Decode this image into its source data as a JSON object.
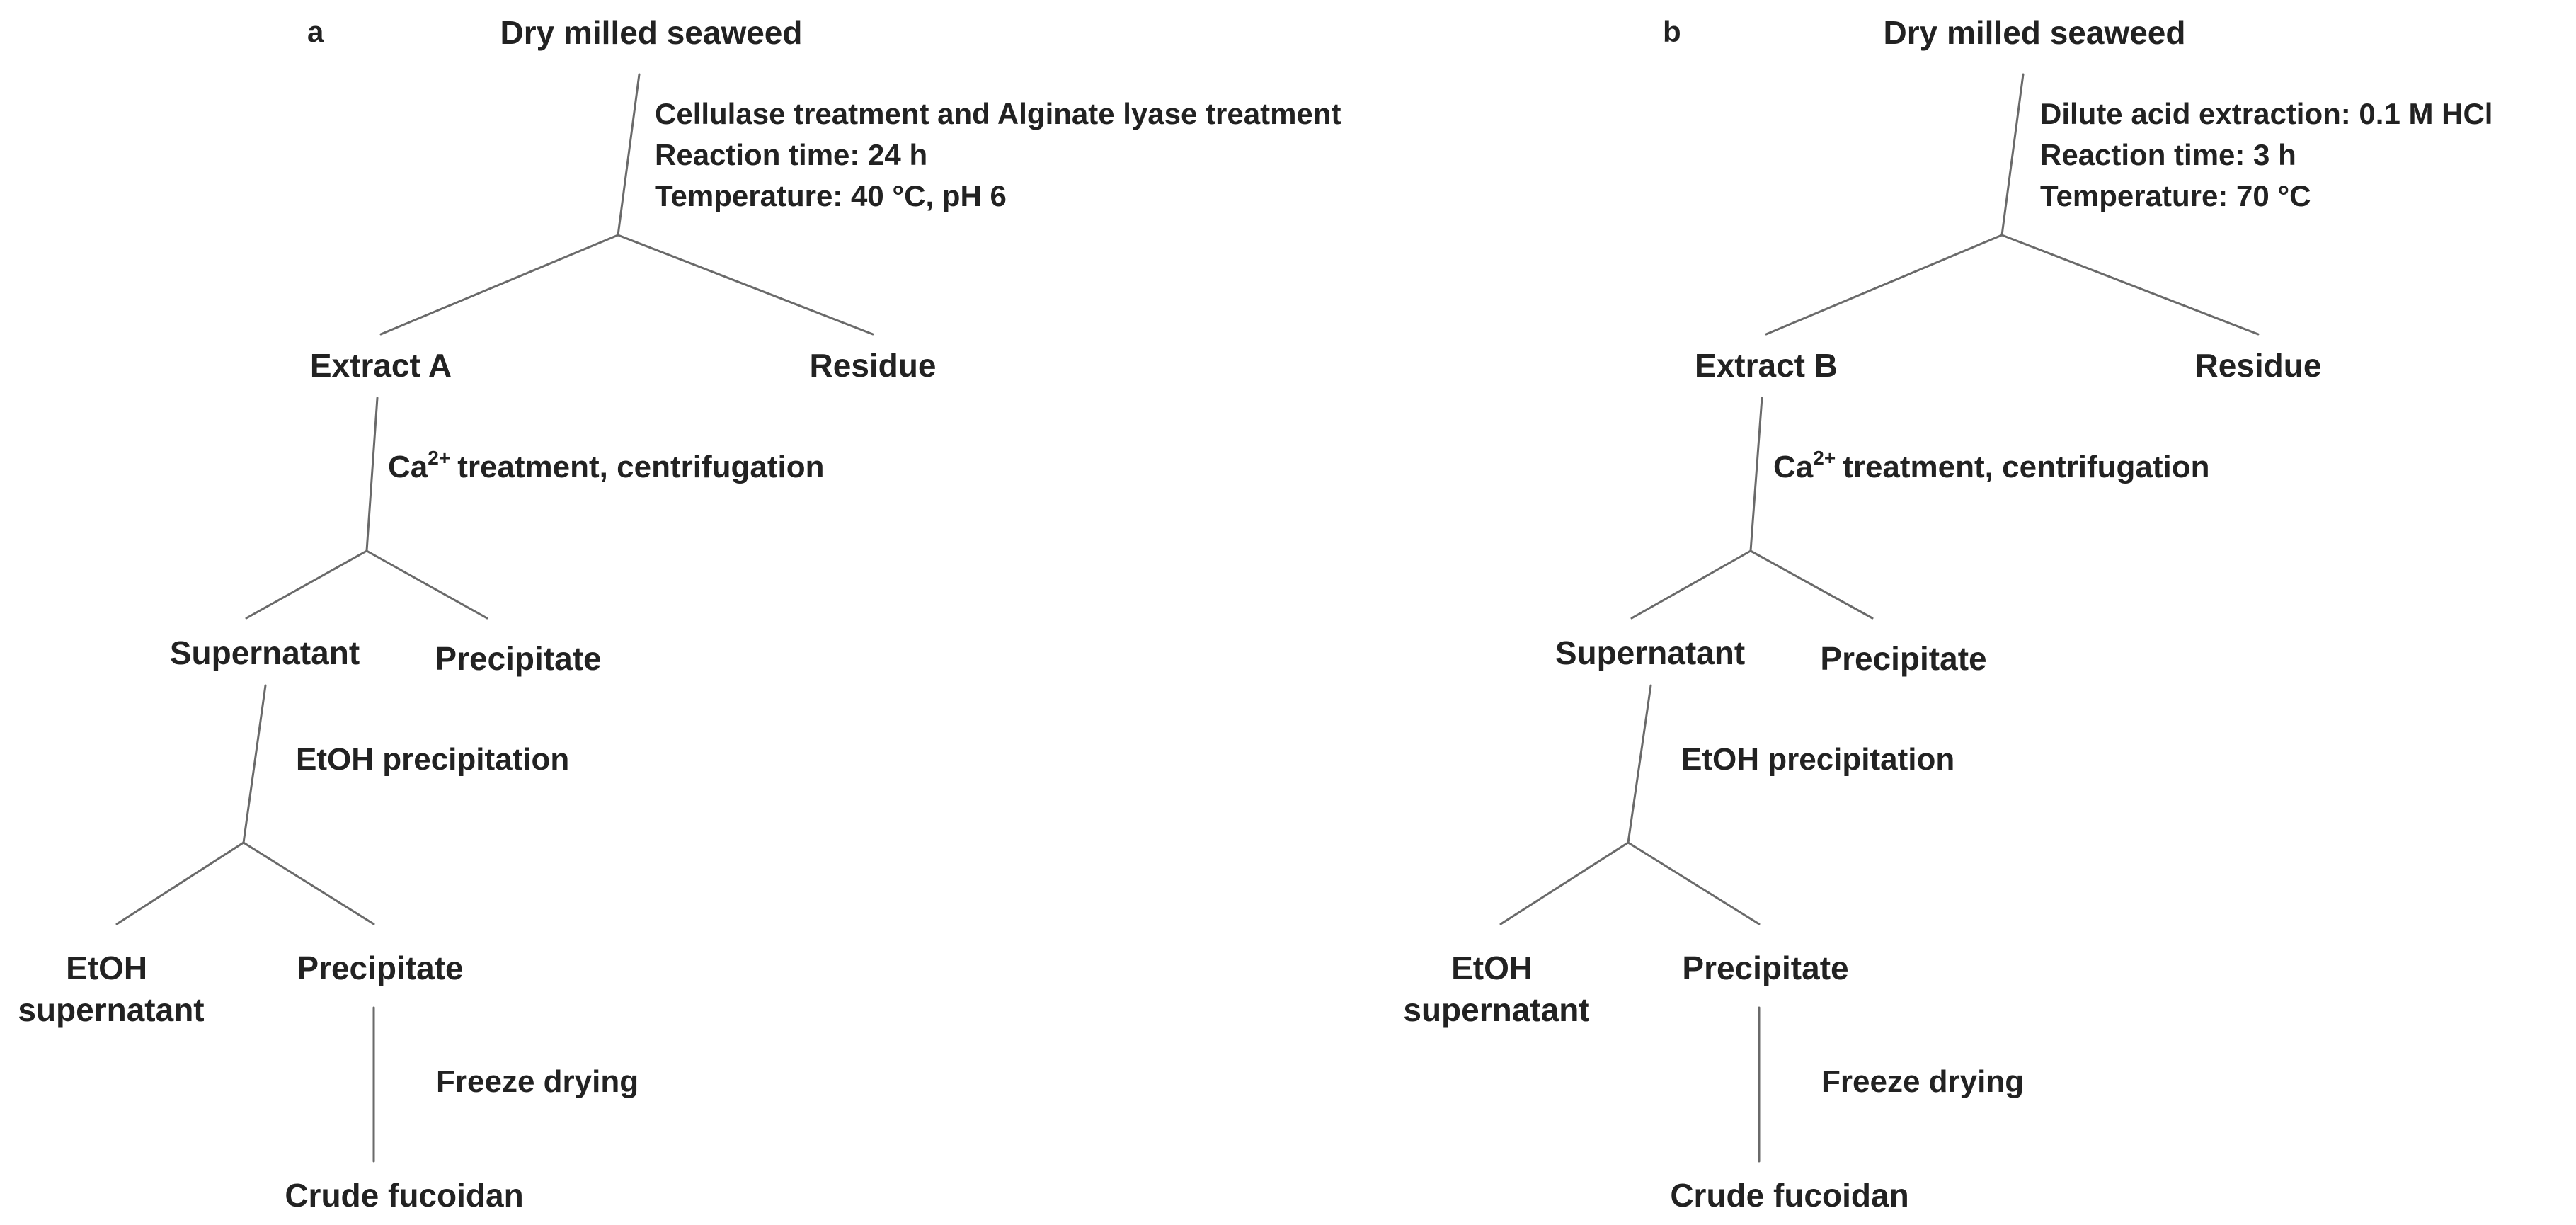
{
  "panels": [
    {
      "id": "a",
      "panel_label": "a",
      "root": "Dry milled seaweed",
      "step1": {
        "lines": [
          "Cellulase treatment and Alginate lyase treatment",
          "Reaction time: 24 h",
          "Temperature: 40 °C, pH 6"
        ]
      },
      "extract": "Extract A",
      "residue": "Residue",
      "step2": {
        "prefix": "Ca",
        "sup": "2+",
        "suffix": "treatment, centrifugation"
      },
      "supernatant": "Supernatant",
      "precipitate1": "Precipitate",
      "step3": "EtOH precipitation",
      "etoh_supernatant": [
        "EtOH",
        "supernatant"
      ],
      "precipitate2": "Precipitate",
      "step4": "Freeze drying",
      "product": "Crude fucoidan"
    },
    {
      "id": "b",
      "panel_label": "b",
      "root": "Dry milled seaweed",
      "step1": {
        "lines": [
          "Dilute acid extraction: 0.1 M HCl",
          "Reaction time: 3 h",
          "Temperature: 70 °C"
        ]
      },
      "extract": "Extract B",
      "residue": "Residue",
      "step2": {
        "prefix": "Ca",
        "sup": "2+",
        "suffix": "treatment, centrifugation"
      },
      "supernatant": "Supernatant",
      "precipitate1": "Precipitate",
      "step3": "EtOH precipitation",
      "etoh_supernatant": [
        "EtOH",
        "supernatant"
      ],
      "precipitate2": "Precipitate",
      "step4": "Freeze drying",
      "product": "Crude fucoidan"
    }
  ],
  "colors": {
    "text": "#222222",
    "line": "#6a6a6a",
    "background": "#ffffff"
  }
}
